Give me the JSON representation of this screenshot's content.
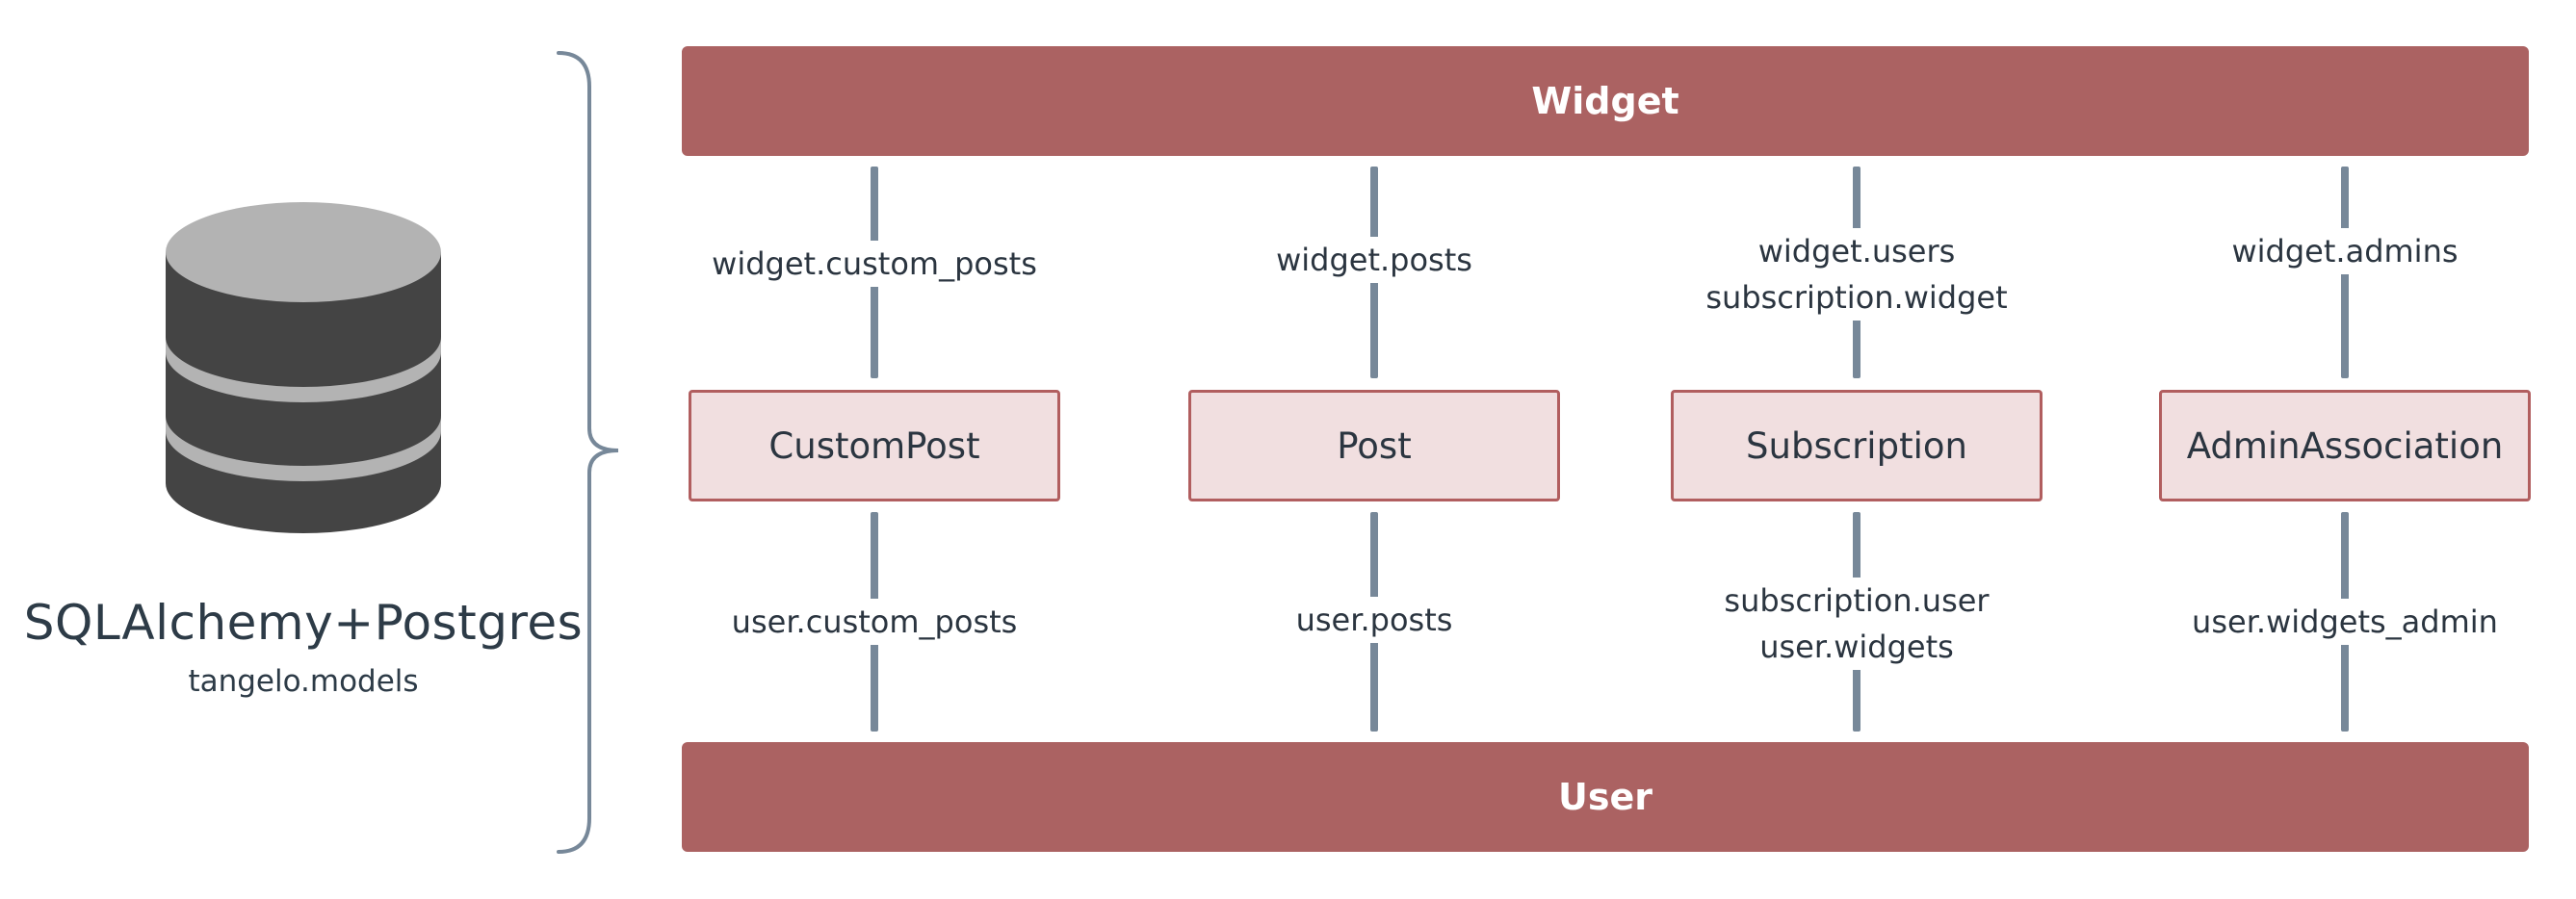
{
  "left": {
    "title": "SQLAlchemy+Postgres",
    "subtitle": "tangelo.models"
  },
  "top_entity": {
    "label": "Widget"
  },
  "bottom_entity": {
    "label": "User"
  },
  "associations": [
    {
      "label": "CustomPost",
      "top_relations": [
        "widget.custom_posts"
      ],
      "bottom_relations": [
        "user.custom_posts"
      ]
    },
    {
      "label": "Post",
      "top_relations": [
        "widget.posts"
      ],
      "bottom_relations": [
        "user.posts"
      ]
    },
    {
      "label": "Subscription",
      "top_relations": [
        "widget.users",
        "subscription.widget"
      ],
      "bottom_relations": [
        "subscription.user",
        "user.widgets"
      ]
    },
    {
      "label": "AdminAssociation",
      "top_relations": [
        "widget.admins"
      ],
      "bottom_relations": [
        "user.widgets_admin"
      ]
    }
  ],
  "colors": {
    "entity_bar": "#ab6262",
    "association_fill": "#f1dfe0",
    "association_border": "#b15e5f",
    "connector": "#778899",
    "database_body": "#444444",
    "database_top": "#b3b3b3"
  },
  "icons": {
    "database": "database-icon",
    "brace": "curly-brace"
  }
}
